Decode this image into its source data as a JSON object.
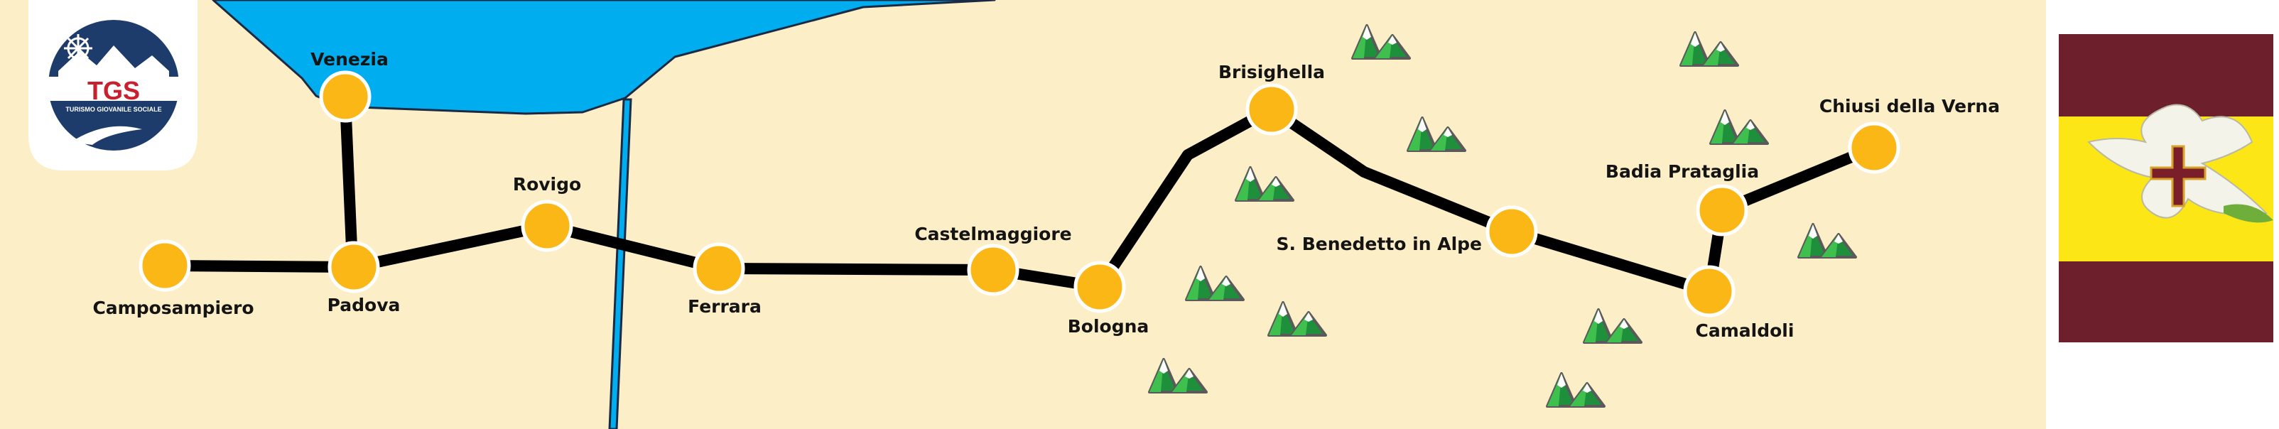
{
  "logo": {
    "acronym": "TGS",
    "tagline": "TURISMO GIOVANILE SOCIALE"
  },
  "cities": [
    {
      "id": "venezia",
      "label": "Venezia"
    },
    {
      "id": "camposampiero",
      "label": "Camposampiero"
    },
    {
      "id": "padova",
      "label": "Padova"
    },
    {
      "id": "rovigo",
      "label": "Rovigo"
    },
    {
      "id": "ferrara",
      "label": "Ferrara"
    },
    {
      "id": "castelmaggiore",
      "label": "Castelmaggiore"
    },
    {
      "id": "bologna",
      "label": "Bologna"
    },
    {
      "id": "brisighella",
      "label": "Brisighella"
    },
    {
      "id": "sbenedetto",
      "label": "S. Benedetto in Alpe"
    },
    {
      "id": "camaldoli",
      "label": "Camaldoli"
    },
    {
      "id": "badia",
      "label": "Badia Prataglia"
    },
    {
      "id": "chiusi",
      "label": "Chiusi della Verna"
    }
  ],
  "colors": {
    "land": "#fcefc7",
    "sea": "#00adef",
    "route": "#000000",
    "city_marker": "#fbb716",
    "mountain_light": "#3fbf4e",
    "mountain_dark": "#1e8f3a",
    "flag_band": "#6d1f2c",
    "flag_center": "#fce615",
    "logo_blue": "#1d3c6b",
    "logo_red": "#c8202f"
  },
  "icons": {
    "mountain": "mountain-icon",
    "flag_emblem": "lily-cross-icon",
    "logo_helm": "ship-wheel-icon"
  }
}
